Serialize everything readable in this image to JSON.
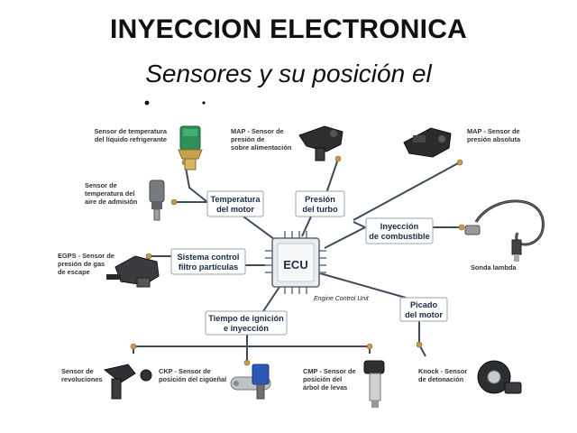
{
  "title": "INYECCION ELECTRONICA",
  "subtitle": "Sensores y su posición el",
  "ecu": {
    "label": "ECU",
    "caption": "Engine Control Unit"
  },
  "categories": [
    {
      "id": "temp",
      "lines": [
        "Temperatura",
        "del motor"
      ]
    },
    {
      "id": "pres",
      "lines": [
        "Presión",
        "del turbo"
      ]
    },
    {
      "id": "iny",
      "lines": [
        "Inyección",
        "de combustible"
      ]
    },
    {
      "id": "filtro",
      "lines": [
        "Sistema control",
        "filtro partículas"
      ]
    },
    {
      "id": "picado",
      "lines": [
        "Picado",
        "del motor"
      ]
    },
    {
      "id": "ign",
      "lines": [
        "Tiempo de ignición",
        "e inyección"
      ]
    }
  ],
  "sensors": [
    {
      "id": "coolant",
      "lines": [
        "Sensor de temperatura",
        "del líquido refrigerante"
      ]
    },
    {
      "id": "map1",
      "lines": [
        "MAP - Sensor de",
        "presión de",
        "sobre alimentación"
      ]
    },
    {
      "id": "map2",
      "lines": [
        "MAP - Sensor de",
        "presión absoluta"
      ]
    },
    {
      "id": "air",
      "lines": [
        "Sensor de",
        "temperatura del",
        "aire de admisión"
      ]
    },
    {
      "id": "egps",
      "lines": [
        "EGPS - Sensor de",
        "presión de gas",
        "de escape"
      ]
    },
    {
      "id": "lambda",
      "lines": [
        "Sonda lambda"
      ]
    },
    {
      "id": "rev",
      "lines": [
        "Sensor de",
        "revoluciones"
      ]
    },
    {
      "id": "ckp",
      "lines": [
        "CKP - Sensor de",
        "posición del cigüeñal"
      ]
    },
    {
      "id": "cmp",
      "lines": [
        "CMP - Sensor de",
        "posición del",
        "árbol de levas"
      ]
    },
    {
      "id": "knock",
      "lines": [
        "Knock - Sensor",
        "de detonación"
      ]
    }
  ],
  "colors": {
    "line": "#3d4a5a",
    "dot": "#c79a4a",
    "ecu_body": "#e9ecf1",
    "label": "#1a2a44"
  }
}
